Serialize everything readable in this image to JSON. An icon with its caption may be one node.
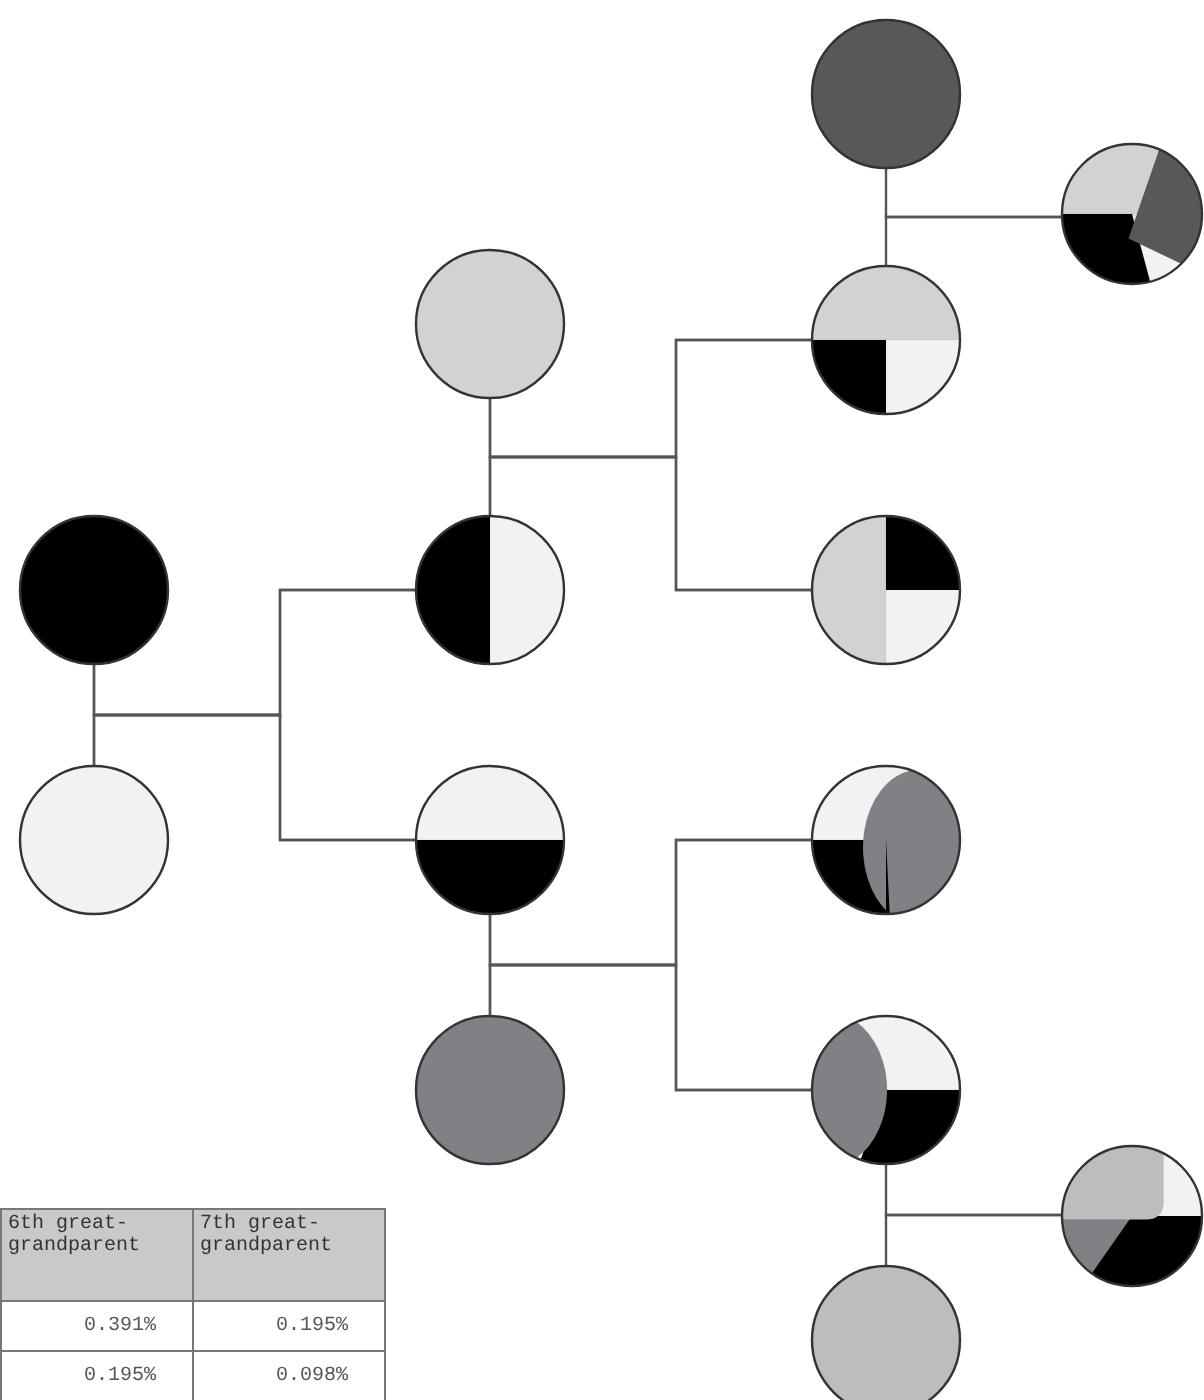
{
  "diagram": {
    "nodes": [
      {
        "text": [],
        "shape": "circle"
      },
      {
        "text": [],
        "shape": "circle"
      },
      {
        "text": [],
        "shape": "circle"
      },
      {
        "text": [],
        "shape": "circle"
      },
      {
        "text": [],
        "shape": "circle"
      },
      {
        "text": [],
        "shape": "circle"
      },
      {
        "text": [],
        "shape": "circle"
      },
      {
        "text": [],
        "shape": "circle"
      },
      {
        "text": [],
        "shape": "circle"
      },
      {
        "text": [],
        "shape": "circle"
      },
      {
        "text": [],
        "shape": "circle"
      },
      {
        "text": [],
        "shape": "circle"
      },
      {
        "text": [],
        "shape": "circle"
      },
      {
        "text": [],
        "shape": "circle"
      }
    ],
    "edges": [
      {
        "from": 0,
        "to": 3,
        "arrow": "none"
      },
      {
        "from": 0,
        "to": 4,
        "arrow": "none"
      },
      {
        "from": 1,
        "to": 3,
        "arrow": "none"
      },
      {
        "from": 1,
        "to": 4,
        "arrow": "none"
      },
      {
        "from": 2,
        "to": 7,
        "arrow": "none"
      },
      {
        "from": 2,
        "to": 8,
        "arrow": "none"
      },
      {
        "from": 3,
        "to": 7,
        "arrow": "none"
      },
      {
        "from": 3,
        "to": 8,
        "arrow": "none"
      },
      {
        "from": 4,
        "to": 9,
        "arrow": "none"
      },
      {
        "from": 4,
        "to": 10,
        "arrow": "none"
      },
      {
        "from": 5,
        "to": 9,
        "arrow": "none"
      },
      {
        "from": 5,
        "to": 10,
        "arrow": "none"
      },
      {
        "from": 6,
        "to": 12,
        "arrow": "none"
      },
      {
        "from": 7,
        "to": 12,
        "arrow": "none"
      },
      {
        "from": 10,
        "to": 13,
        "arrow": "none"
      },
      {
        "from": 11,
        "to": 13,
        "arrow": "none"
      }
    ],
    "labels": [
      "6th great-grandparent",
      "7th great-grandparent",
      "0.391%",
      "0.195%",
      "0.195%",
      "0.098%"
    ]
  }
}
